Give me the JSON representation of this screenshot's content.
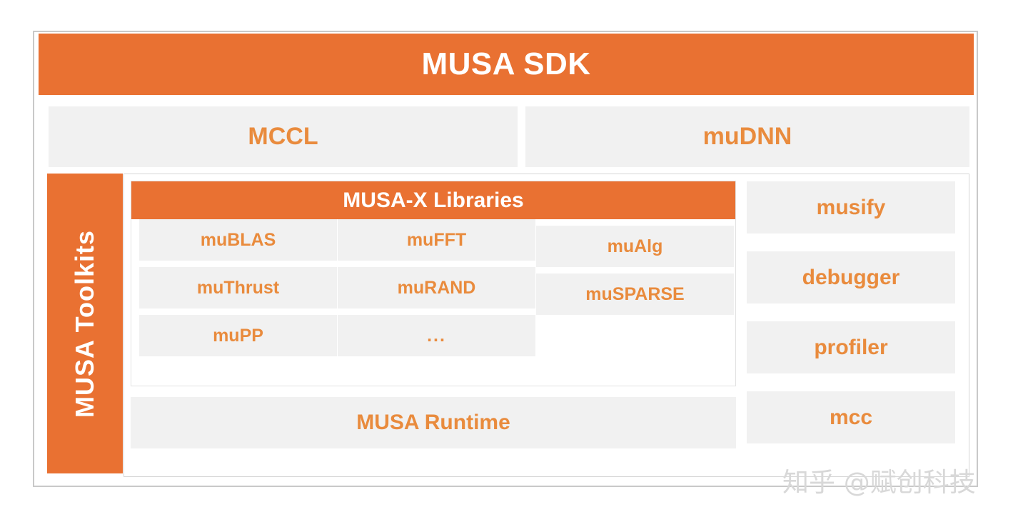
{
  "diagram": {
    "title": "MUSA SDK",
    "colors": {
      "orange": "#e97132",
      "orange_text": "#e98b3d",
      "panel_gray": "#f1f1f1",
      "frame_gray": "#c9c9c9",
      "white": "#ffffff"
    },
    "top_row": [
      {
        "label": "MCCL"
      },
      {
        "label": "muDNN"
      }
    ],
    "toolkits": {
      "sidebar_label": "MUSA Toolkits",
      "libraries": {
        "header": "MUSA-X Libraries",
        "columns": [
          {
            "cells": [
              "muBLAS",
              "muThrust",
              "muPP"
            ]
          },
          {
            "cells": [
              "muFFT",
              "muRAND",
              "..."
            ]
          },
          {
            "cells": [
              "muAlg",
              "muSPARSE"
            ]
          }
        ]
      },
      "runtime": {
        "label": "MUSA Runtime"
      },
      "tools": [
        {
          "label": "musify"
        },
        {
          "label": "debugger"
        },
        {
          "label": "profiler"
        },
        {
          "label": "mcc"
        }
      ]
    }
  },
  "watermark": {
    "text": "知乎 @赋创科技"
  }
}
